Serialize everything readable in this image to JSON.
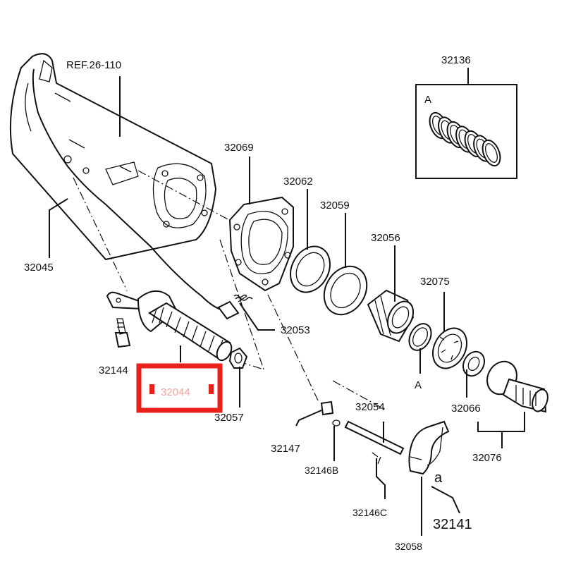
{
  "labels": {
    "ref": "REF.26-110",
    "p32136": "32136",
    "inset_a": "A",
    "p32069": "32069",
    "p32062": "32062",
    "p32059": "32059",
    "p32056": "32056",
    "p32075": "32075",
    "p32045": "32045",
    "p32053": "32053",
    "p32144": "32144",
    "p32044": "32044",
    "p32057": "32057",
    "a_marker": "A",
    "p32066": "32066",
    "p32054": "32054",
    "p32147": "32147",
    "p32146b": "32146B",
    "p32146c": "32146C",
    "p32058": "32058",
    "p32076": "32076",
    "a_lower": "a",
    "p32141": "32141"
  },
  "highlight": {
    "color": "#e8221b",
    "target_label": "32044"
  }
}
